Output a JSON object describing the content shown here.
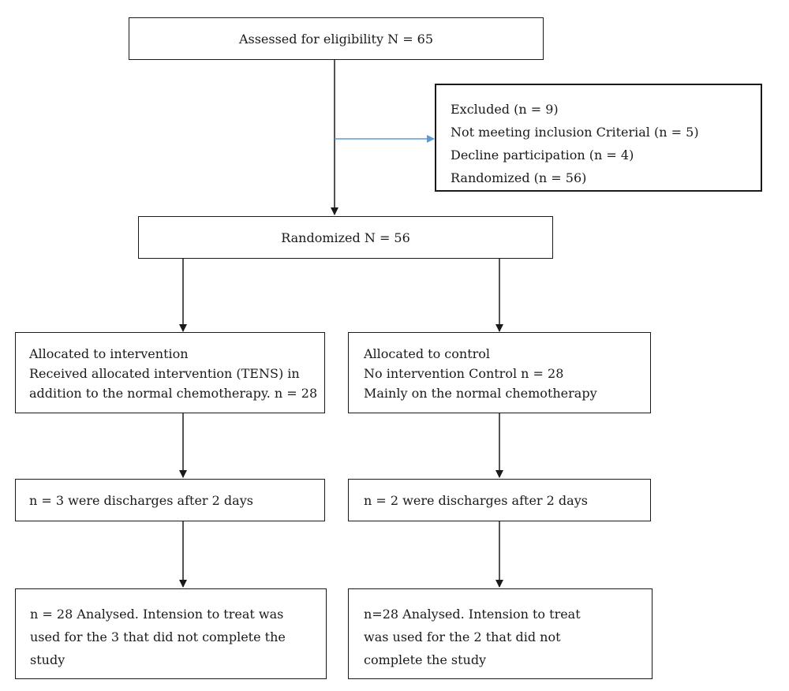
{
  "eligibility": {
    "text": "Assessed for eligibility N = 65"
  },
  "excluded": {
    "lines": [
      "Excluded (n = 9)",
      "Not meeting inclusion Criterial (n = 5)",
      "Decline participation (n = 4)",
      "Randomized (n = 56)"
    ]
  },
  "randomized": {
    "text": "Randomized N = 56"
  },
  "intervention": {
    "lines": [
      "Allocated to intervention",
      "Received allocated intervention (TENS) in",
      "addition to the normal chemotherapy. n = 28"
    ],
    "followup": "n = 3 were discharges after 2 days",
    "analysis": [
      "n = 28 Analysed. Intension to treat was",
      "used for the 3 that did not complete the",
      "study"
    ]
  },
  "control": {
    "lines": [
      "Allocated to control",
      "No intervention Control n = 28",
      "Mainly on the normal chemotherapy"
    ],
    "followup": "n = 2 were discharges after 2 days",
    "analysis": [
      "n=28 Analysed. Intension to treat",
      "was used for the 2 that did not",
      "complete the study"
    ]
  },
  "colors": {
    "border": "#1a1a1a",
    "exclusion_arrow": "#5b9bd5"
  }
}
